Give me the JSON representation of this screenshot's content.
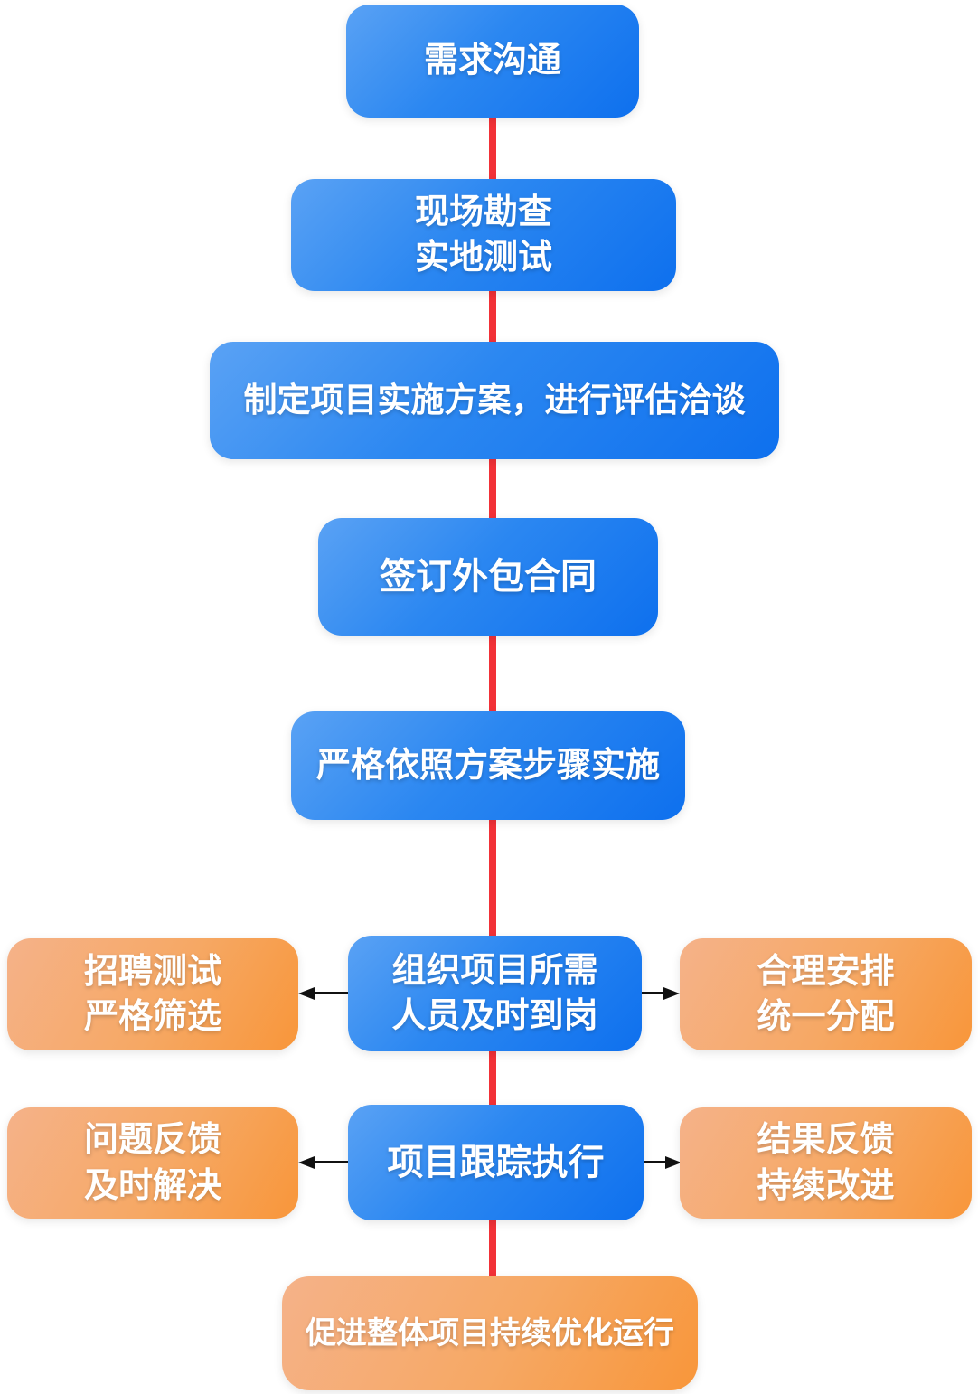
{
  "diagram": {
    "nodes": {
      "requirements": {
        "label": "需求沟通"
      },
      "survey": {
        "line1": "现场勘查",
        "line2": "实地测试"
      },
      "plan": {
        "label": "制定项目实施方案，进行评估洽谈"
      },
      "contract": {
        "label": "签订外包合同"
      },
      "implement": {
        "label": "严格依照方案步骤实施"
      },
      "recruit": {
        "line1": "招聘测试",
        "line2": "严格筛选"
      },
      "staffing": {
        "line1": "组织项目所需",
        "line2": "人员及时到岗"
      },
      "arrange": {
        "line1": "合理安排",
        "line2": "统一分配"
      },
      "issues": {
        "line1": "问题反馈",
        "line2": "及时解决"
      },
      "tracking": {
        "label": "项目跟踪执行"
      },
      "results": {
        "line1": "结果反馈",
        "line2": "持续改进"
      },
      "optimize": {
        "label": "促进整体项目持续优化运行"
      }
    },
    "colors": {
      "blue_gradient_start": "#5aa2f4",
      "blue_gradient_end": "#0e70ee",
      "orange_gradient_start": "#f5b289",
      "orange_gradient_end": "#f8963a",
      "connector_red": "#f23137",
      "arrow_black": "#111111",
      "text": "#ffffff"
    }
  }
}
